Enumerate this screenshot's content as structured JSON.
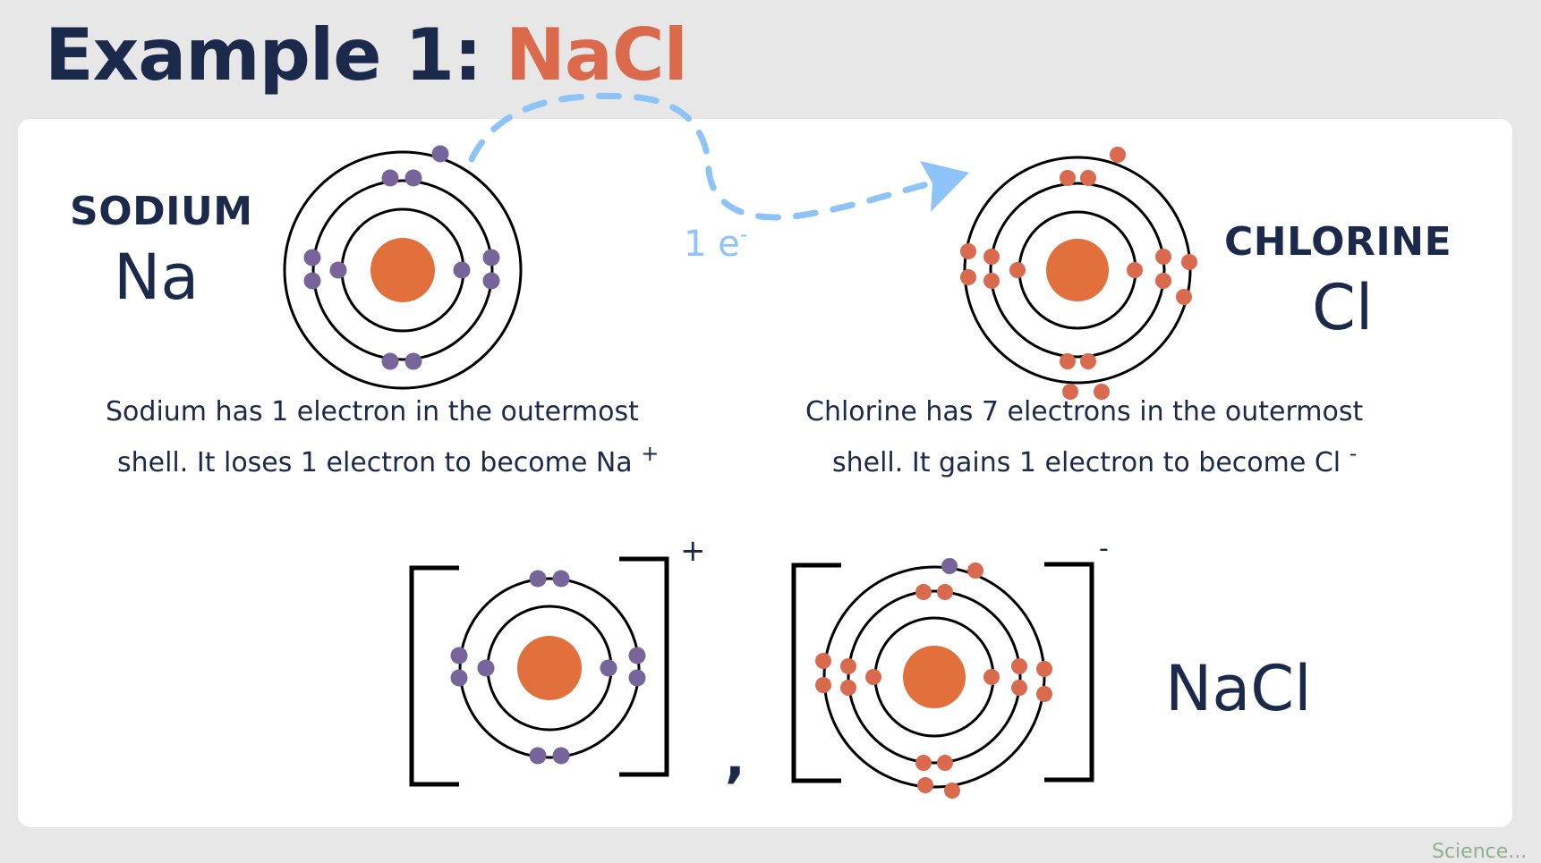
{
  "title": {
    "prefix": "Example 1: ",
    "compound": "NaCl"
  },
  "colors": {
    "navy": "#1b2a4a",
    "accent": "#db6a4c",
    "sodium_electron": "#77649a",
    "chlorine_electron": "#da6a4e",
    "nucleus": "#e2703c",
    "arrow": "#8ec3f8",
    "shell": "#000000"
  },
  "sodium": {
    "name": "SODIUM",
    "symbol": "Na",
    "description_line1": "Sodium has 1 electron in the outermost",
    "description_line2": "shell. It loses 1 electron to become Na",
    "ion_charge": "+",
    "electron_config": [
      2,
      8,
      1
    ]
  },
  "chlorine": {
    "name": "CHLORINE",
    "symbol": "Cl",
    "description_line1": "Chlorine has 7 electrons in the outermost",
    "description_line2": "shell. It gains 1 electron to become Cl",
    "ion_charge": "-",
    "electron_config": [
      2,
      8,
      7
    ]
  },
  "transfer": {
    "label": "1 e",
    "label_sup": "-"
  },
  "ions": {
    "sodium_ion_charge": "+",
    "chlorine_ion_charge": "-",
    "separator": ",",
    "formula": "NaCl",
    "sodium_ion_config": [
      2,
      8
    ],
    "chlorine_ion_config": [
      2,
      8,
      8
    ]
  },
  "watermark": "Science..."
}
